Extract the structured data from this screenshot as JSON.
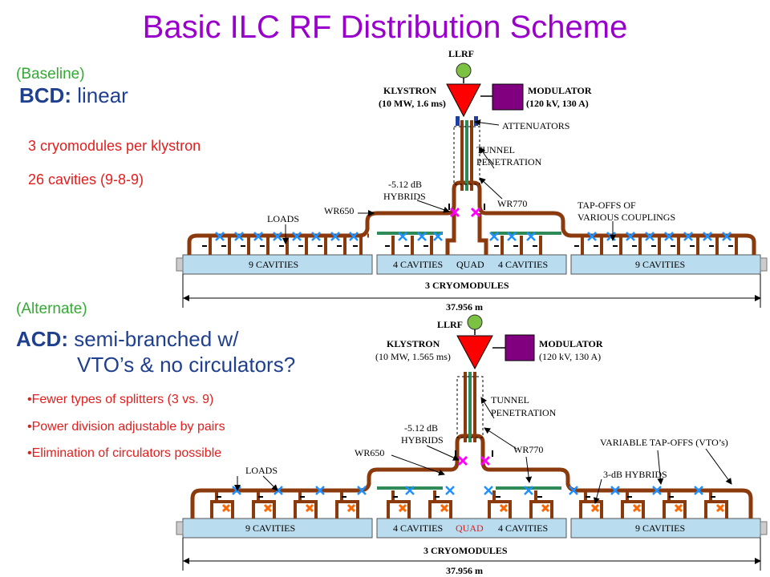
{
  "title": "Basic ILC RF Distribution Scheme",
  "baseline": {
    "tag": "(Baseline)",
    "scheme_key": "BCD:",
    "scheme_rest": " linear",
    "bullets": [
      "3 cryomodules per klystron",
      "26 cavities (9-8-9)"
    ]
  },
  "alternate": {
    "tag": "(Alternate)",
    "scheme_key": "ACD:",
    "scheme_rest_1": " semi-branched w/",
    "scheme_rest_2": "VTO’s & no circulators?",
    "bullets": [
      "•Fewer types of splitters (3 vs. 9)",
      "•Power division adjustable by pairs",
      "•Elimination of circulators possible"
    ]
  },
  "diagram_top": {
    "llrf": "LLRF",
    "klystron": "KLYSTRON",
    "klystron_spec": "(10 MW, 1.6 ms)",
    "modulator": "MODULATOR",
    "modulator_spec": "(120 kV, 130 A)",
    "attenuators": "ATTENUATORS",
    "tunnel_1": "TUNNEL",
    "tunnel_2": "PENETRATION",
    "hybrids_1": "-5.12 dB",
    "hybrids_2": "HYBRIDS",
    "wr650": "WR650",
    "wr770": "WR770",
    "loads": "LOADS",
    "tapoffs_1": "TAP-OFFS OF",
    "tapoffs_2": "VARIOUS COUPLINGS",
    "mod_left": "9 CAVITIES",
    "mod_mid_a": "4 CAVITIES",
    "mod_mid_quad": "QUAD",
    "mod_mid_b": "4 CAVITIES",
    "mod_right": "9 CAVITIES",
    "cryomodules": "3 CRYOMODULES",
    "length": "37.956 m"
  },
  "diagram_bottom": {
    "llrf": "LLRF",
    "klystron": "KLYSTRON",
    "klystron_spec": "(10 MW, 1.565 ms)",
    "modulator": "MODULATOR",
    "modulator_spec": "(120 kV, 130 A)",
    "tunnel_1": "TUNNEL",
    "tunnel_2": "PENETRATION",
    "hybrids_1": "-5.12 dB",
    "hybrids_2": "HYBRIDS",
    "wr650": "WR650",
    "wr770": "WR770",
    "loads": "LOADS",
    "vto": "VARIABLE TAP-OFFS (VTO’s)",
    "hybrids3db": "3-dB HYBRIDS",
    "mod_left": "9 CAVITIES",
    "mod_mid_a": "4 CAVITIES",
    "mod_mid_quad": "QUAD",
    "mod_mid_b": "4 CAVITIES",
    "mod_right": "9 CAVITIES",
    "cryomodules": "3 CRYOMODULES",
    "length": "37.956 m"
  },
  "colors": {
    "title": "#9900cc",
    "tag": "#33aa33",
    "heading": "#1f3f8f",
    "bullet": "#e0201f",
    "waveguide": "#8b3a0e",
    "feed": "#2e8b57",
    "cryomodule": "#b9dcef",
    "klystron": "#ff0000",
    "modulator": "#800080",
    "llrf": "#7cc242",
    "hybrid_x": "#ff00ff",
    "load_x": "#1e90ff"
  }
}
